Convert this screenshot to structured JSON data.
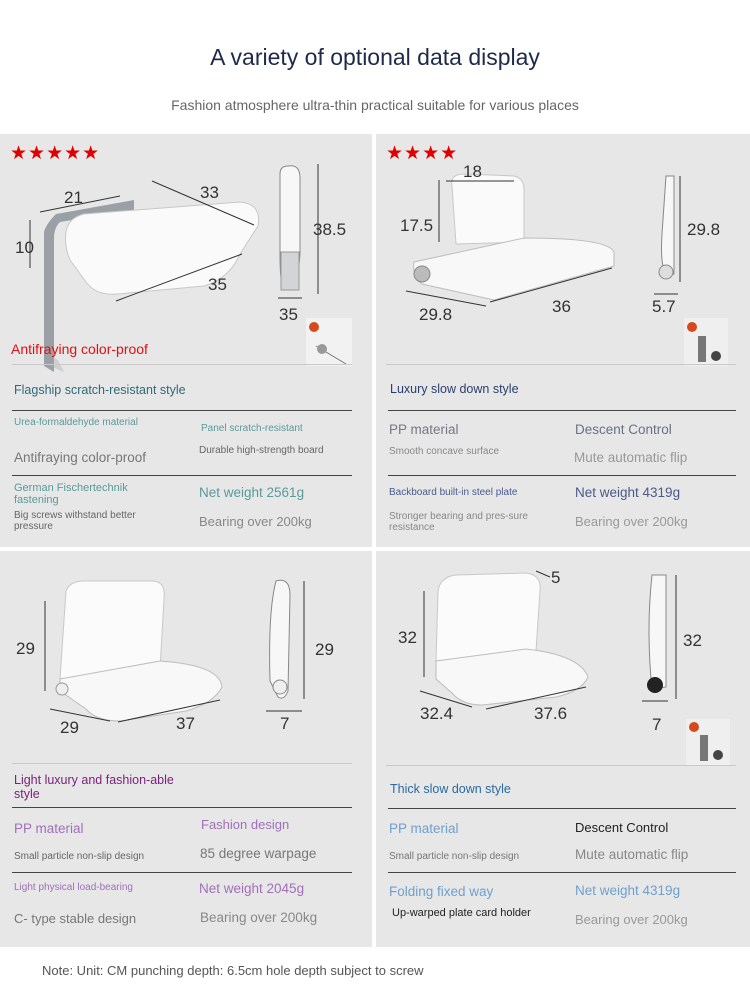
{
  "header": {
    "title": "A variety of optional data display",
    "subtitle": "Fashion atmosphere ultra-thin practical suitable for various places"
  },
  "colors": {
    "accent_red": "#e00000",
    "panel_bg": "#e7e7e8"
  },
  "panels": [
    {
      "stars": "★★★★★",
      "rating": 5,
      "dims": [
        "21",
        "33",
        "10",
        "35",
        "38.5",
        "35"
      ],
      "red_label": "Antifraying color-proof",
      "style_title": "Flagship scratch-resistant style",
      "rows": [
        [
          "Urea-formaldehyde material",
          "Panel scratch-resistant"
        ],
        [
          "Antifraying color-proof",
          "Durable high-strength board"
        ],
        [
          "German Fischertechnik fastening",
          "Net weight 2561g"
        ],
        [
          "Big screws withstand better pressure",
          "Bearing over 200kg"
        ]
      ]
    },
    {
      "stars": "★★★★",
      "rating": 4,
      "dims": [
        "18",
        "17.5",
        "29.8",
        "29.8",
        "36",
        "5.7"
      ],
      "style_title": "Luxury slow down style",
      "rows": [
        [
          "PP material",
          "Descent Control"
        ],
        [
          "Smooth concave surface",
          "Mute automatic flip"
        ],
        [
          "Backboard built-in steel plate",
          "Net weight 4319g"
        ],
        [
          "Stronger bearing and pres-sure resistance",
          "Bearing over 200kg"
        ]
      ]
    },
    {
      "dims": [
        "29",
        "29",
        "37",
        "29",
        "7"
      ],
      "style_title": "Light luxury and fashion-able style",
      "rows": [
        [
          "PP material",
          "Fashion design"
        ],
        [
          "Small particle non-slip design",
          "85 degree warpage"
        ],
        [
          "Light physical load-bearing",
          "Net weight 2045g"
        ],
        [
          "C- type stable design",
          "Bearing over 200kg"
        ]
      ]
    },
    {
      "dims": [
        "5",
        "32",
        "32.4",
        "37.6",
        "32",
        "7"
      ],
      "style_title": "Thick slow down style",
      "rows": [
        [
          "PP material",
          "Descent Control"
        ],
        [
          "Small particle non-slip design",
          "Mute automatic flip"
        ],
        [
          "Folding fixed way",
          "Net weight 4319g"
        ],
        [
          "Up-warped plate card holder",
          "Bearing over 200kg"
        ]
      ]
    }
  ],
  "icons": [
    "seat-illustration",
    "side-profile",
    "screw-tool-icon"
  ],
  "footer": {
    "note": "Note: Unit: CM punching depth: 6.5cm hole depth subject to screw"
  }
}
